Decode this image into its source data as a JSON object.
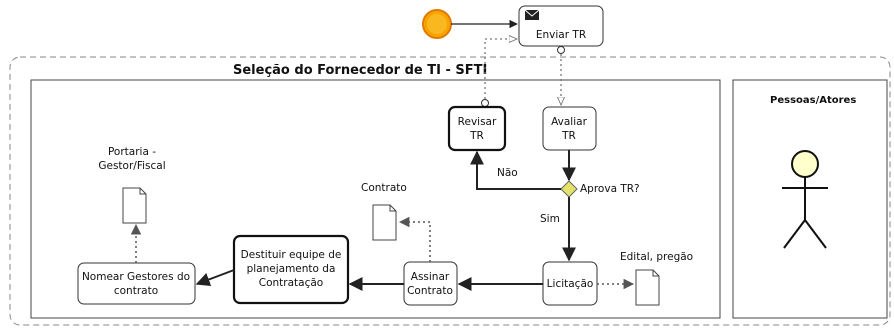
{
  "pool": {
    "title": "Seleção do Fornecedor de TI - SFTI"
  },
  "actors": {
    "title": "Pessoas/Atores"
  },
  "tasks": {
    "enviar": "Enviar TR",
    "revisar": [
      "Revisar",
      "TR"
    ],
    "avaliar": [
      "Avaliar",
      "TR"
    ],
    "licitacao": "Licitação",
    "assinar": [
      "Assinar",
      "Contrato"
    ],
    "destituir": [
      "Destituir equipe de",
      "planejamento da",
      "Contratação"
    ],
    "nomear": [
      "Nomear Gestores do",
      "contrato"
    ]
  },
  "gateway": {
    "label": "Aprova TR?"
  },
  "flows": {
    "nao": "Não",
    "sim": "Sim"
  },
  "artifacts": {
    "portaria": [
      "Portaria -",
      "Gestor/Fiscal"
    ],
    "contrato": "Contrato",
    "edital": "Edital, pregão"
  },
  "colors": {
    "start_fill": "#f7a400",
    "start_stroke": "#e07a00",
    "gateway_fill": "#e4e26a"
  }
}
